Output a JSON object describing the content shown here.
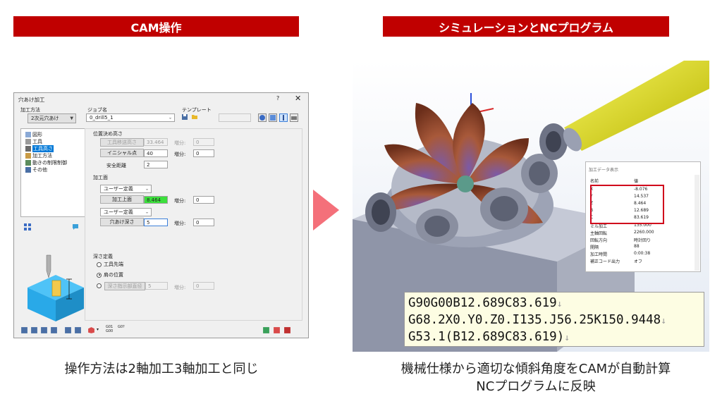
{
  "banners": {
    "left": "CAM操作",
    "right": "シミュレーションとNCプログラム"
  },
  "captions": {
    "left": "操作方法は2軸加工3軸加工と同じ",
    "right_line1": "機械仕様から適切な傾斜角度をCAMが自動計算",
    "right_line2": "NCプログラムに反映"
  },
  "dialog": {
    "title": "穴あけ加工",
    "help": "?",
    "close": "✕",
    "method_label": "加工方法",
    "method_value": "2次元穴あけ",
    "job_label": "ジョブ名",
    "job_value": "0_drill5_1",
    "template_label": "テンプレート",
    "tree": [
      "図形",
      "工具",
      "工具高さ",
      "加工方法",
      "動きの制限制御",
      "その他"
    ],
    "pos_group": "位置決め高さ",
    "tool_move_height_btn": "工具移送高さ",
    "tool_move_height_val": "33.464",
    "initial_btn": "イニシャル点",
    "initial_val": "40",
    "safe_label": "安全距離",
    "safe_val": "2",
    "inc_label": "増分:",
    "inc_val_1": "0",
    "inc_val_2": "0",
    "machining_group": "加工面",
    "user_def_1": "ユーザー定義",
    "top_btn": "加工上面",
    "top_val": "8.464",
    "inc_val_3": "0",
    "user_def_2": "ユーザー定義",
    "depth_btn": "穴あけ深さ",
    "depth_val": "5",
    "inc_val_4": "0",
    "depth_def_group": "深さ定義",
    "radio_tool_tip": "工具先端",
    "radio_shoulder": "肩の位置",
    "radio_depth_dia_btn": "深さ指示部直径",
    "depth_dia_val": "5",
    "inc_val_5": "0",
    "bottom_g01": "G01",
    "bottom_g00": "G00",
    "bottom_g0x": "G0?"
  },
  "scene": {
    "data_window": {
      "title": "加工データ表示",
      "col_name": "名前",
      "col_value": "値",
      "rows": [
        {
          "n": "X",
          "v": "-8.076"
        },
        {
          "n": "Y",
          "v": "14.537"
        },
        {
          "n": "Z",
          "v": "8.464"
        },
        {
          "n": "B",
          "v": "12.689"
        },
        {
          "n": "C",
          "v": "83.619"
        },
        {
          "n": "ミル加工",
          "v": "135.000"
        },
        {
          "n": "主軸回転",
          "v": "2260.000"
        },
        {
          "n": "回転方向",
          "v": "時計回り"
        },
        {
          "n": "開隔",
          "v": "88"
        },
        {
          "n": "加工時間",
          "v": "0:00:38"
        },
        {
          "n": "補正コード出力",
          "v": "オフ"
        }
      ]
    },
    "nc_lines": [
      "G90G00B12.689C83.619",
      "G68.2X0.Y0.Z0.I135.J56.25K150.9448",
      "G53.1(B12.689C83.619)"
    ],
    "nc_return": "↓"
  },
  "colors": {
    "banner": "#c00000",
    "arrow": "#f4707a",
    "highlight": "#d0021b",
    "tool": "#e8e61c"
  }
}
